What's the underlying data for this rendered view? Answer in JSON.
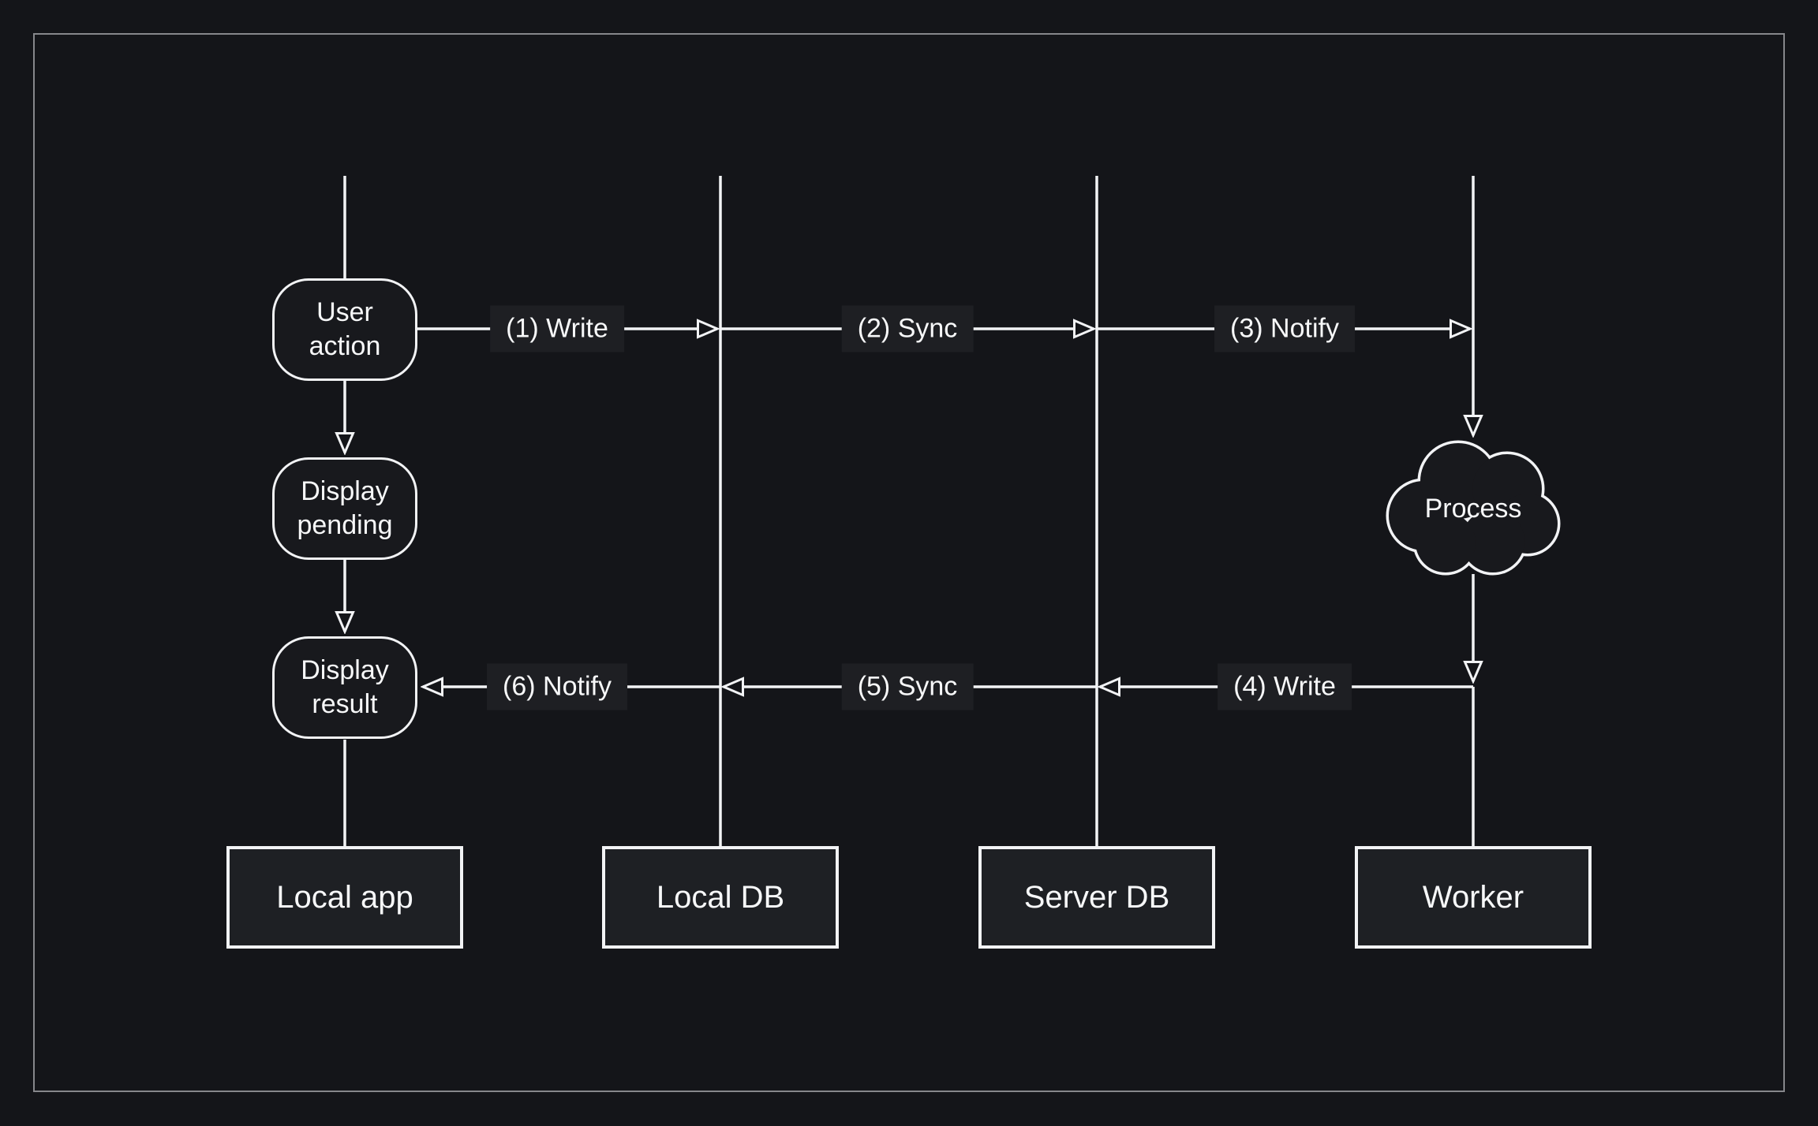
{
  "colors": {
    "background": "#141519",
    "frame": "#86878b",
    "line": "#f2f3f5",
    "node_fill": "#18191d",
    "label_fill": "#1e1f23",
    "box_fill": "#1e2024",
    "text": "#f7f8f9"
  },
  "lanes": [
    {
      "label": "Local app"
    },
    {
      "label": "Local DB"
    },
    {
      "label": "Server DB"
    },
    {
      "label": "Worker"
    }
  ],
  "nodes": [
    {
      "label": "User action"
    },
    {
      "label": "Display pending"
    },
    {
      "label": "Display result"
    }
  ],
  "cloud": {
    "label": "Process"
  },
  "messages": [
    {
      "label": "(1) Write"
    },
    {
      "label": "(2) Sync"
    },
    {
      "label": "(3) Notify"
    },
    {
      "label": "(4) Write"
    },
    {
      "label": "(5) Sync"
    },
    {
      "label": "(6) Notify"
    }
  ]
}
